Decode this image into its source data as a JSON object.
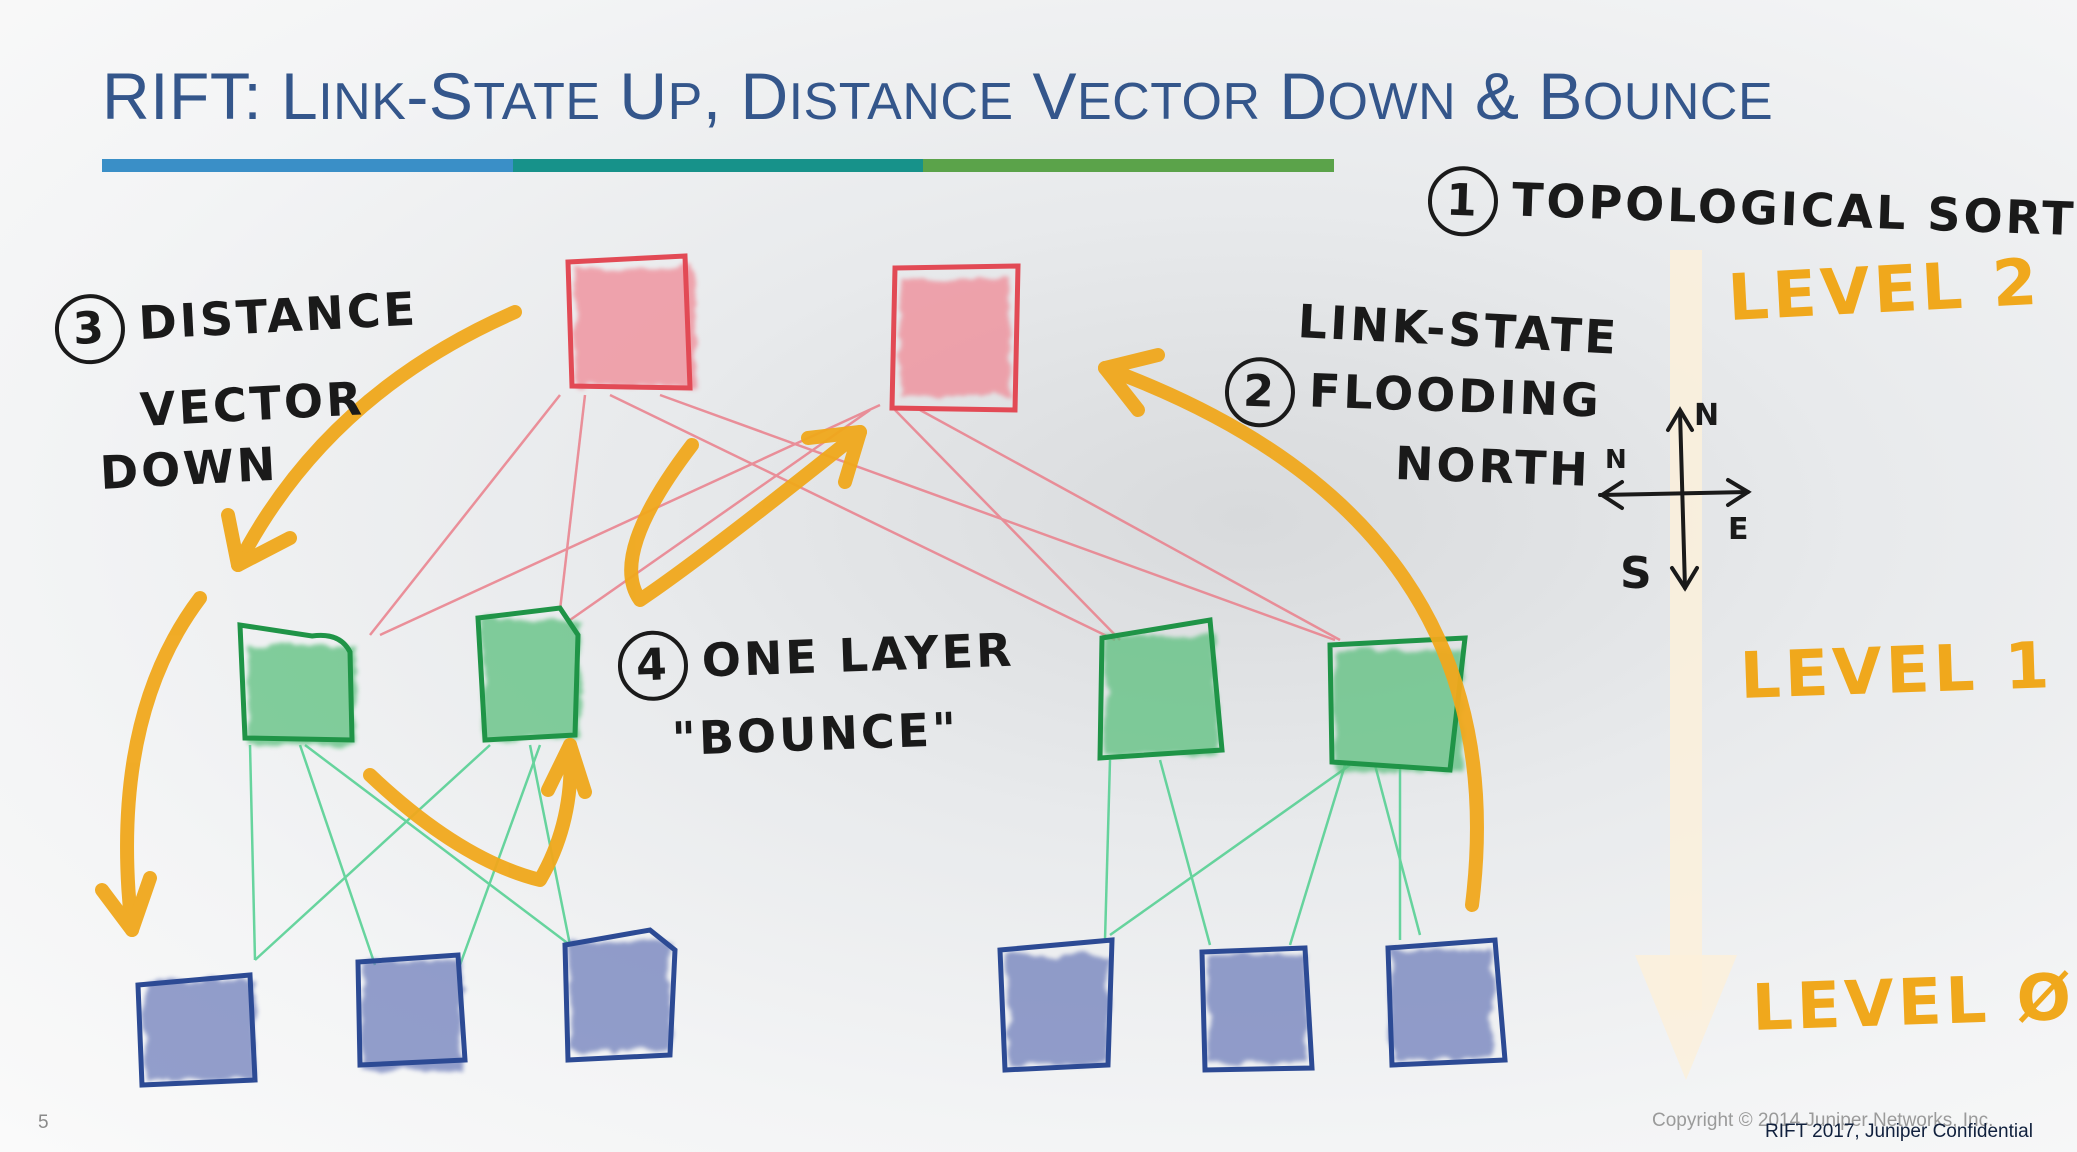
{
  "slide": {
    "title_parts": [
      "RIFT: L",
      "INK",
      "-S",
      "TATE",
      " U",
      "P",
      ", D",
      "ISTANCE",
      " V",
      "ECTOR",
      " D",
      "OWN",
      " & B",
      "OUNCE"
    ],
    "page_number": "5",
    "copyright": "Copyright © 2014 Juniper Networks, Inc.",
    "confidential": "RIFT 2017, Juniper Confidential"
  },
  "annotations": {
    "sort": {
      "num": "1",
      "text": "TOPOLOGICAL SORT"
    },
    "linkstate": {
      "num": "2",
      "line1": "LINK-STATE",
      "line2": "FLOODING",
      "line3": "NORTH"
    },
    "distance": {
      "num": "3",
      "line1": "DISTANCE",
      "line2": "VECTOR",
      "line3": "DOWN"
    },
    "bounce": {
      "num": "4",
      "line1": "ONE LAYER",
      "line2": "\"BOUNCE\""
    }
  },
  "levels": [
    "LEVEL 2",
    "LEVEL 1",
    "LEVEL Ø"
  ],
  "compass": {
    "n_top": "N",
    "n_left": "N",
    "e": "E",
    "s": "S"
  },
  "colors": {
    "title": "#34568b",
    "rule": [
      "#3a8fc7",
      "#17928a",
      "#5ba34a"
    ],
    "level2_node": "#e24a55",
    "level1_node": "#1f9447",
    "level0_node": "#2c4a94",
    "arrow": "#f0a81c"
  }
}
